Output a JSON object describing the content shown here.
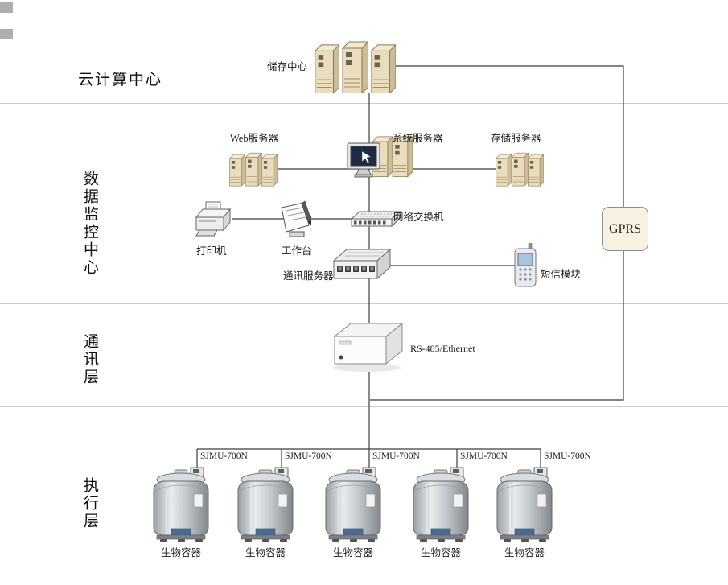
{
  "layers": {
    "cloud": {
      "label": "云计算中心"
    },
    "monitoring": {
      "label": "数据监控中心"
    },
    "communication": {
      "label": "通讯层"
    },
    "execution": {
      "label": "执行层"
    }
  },
  "nodes": {
    "storage_center": {
      "label": "储存中心"
    },
    "web_server": {
      "label": "Web服务器"
    },
    "system_server": {
      "label": "系统服务器"
    },
    "storage_server": {
      "label": "存储服务器"
    },
    "network_switch": {
      "label": "网络交换机"
    },
    "printer": {
      "label": "打印机"
    },
    "workstation": {
      "label": "工作台"
    },
    "comm_server": {
      "label": "通讯服务器"
    },
    "sms_module": {
      "label": "短信模块"
    },
    "gprs": {
      "label": "GPRS"
    },
    "rs485": {
      "label": "RS-485/Ethernet"
    }
  },
  "tanks": [
    {
      "model": "SJMU-700N",
      "label": "生物容器"
    },
    {
      "model": "SJMU-700N",
      "label": "生物容器"
    },
    {
      "model": "SJMU-700N",
      "label": "生物容器"
    },
    {
      "model": "SJMU-700N",
      "label": "生物容器"
    },
    {
      "model": "SJMU-700N",
      "label": "生物容器"
    }
  ],
  "colors": {
    "server_beige": "#e9ddbd",
    "connector_line": "#3c3c3c",
    "divider_gray": "#c9c9c9",
    "gprs_fill": "#f7f2e2",
    "tank_metal": "#b9bdc1",
    "phone_screen": "#a8c4e0"
  }
}
